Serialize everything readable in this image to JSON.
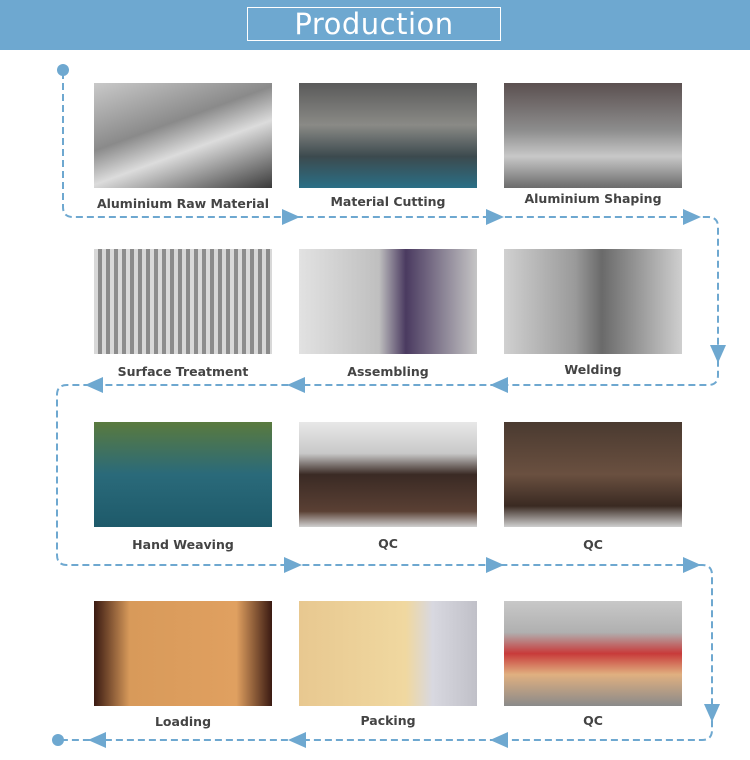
{
  "header": {
    "title": "Production"
  },
  "accent_color": "#6ea8d0",
  "steps": [
    {
      "label": "Aluminium Raw Material"
    },
    {
      "label": "Material Cutting"
    },
    {
      "label": "Aluminium Shaping"
    },
    {
      "label": "Surface Treatment"
    },
    {
      "label": "Assembling"
    },
    {
      "label": "Welding"
    },
    {
      "label": "Hand Weaving"
    },
    {
      "label": "QC"
    },
    {
      "label": "QC"
    },
    {
      "label": "Loading"
    },
    {
      "label": "Packing"
    },
    {
      "label": "QC"
    }
  ]
}
